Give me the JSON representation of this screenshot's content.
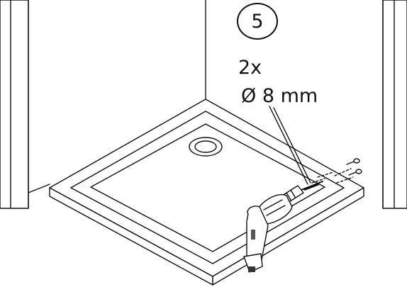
{
  "step": {
    "number": "5"
  },
  "instruction": {
    "quantity": "2x",
    "drill_size": "Ø 8 mm"
  },
  "colors": {
    "line": "#111111",
    "fill": "#ffffff",
    "drill_shade": "#555555"
  }
}
